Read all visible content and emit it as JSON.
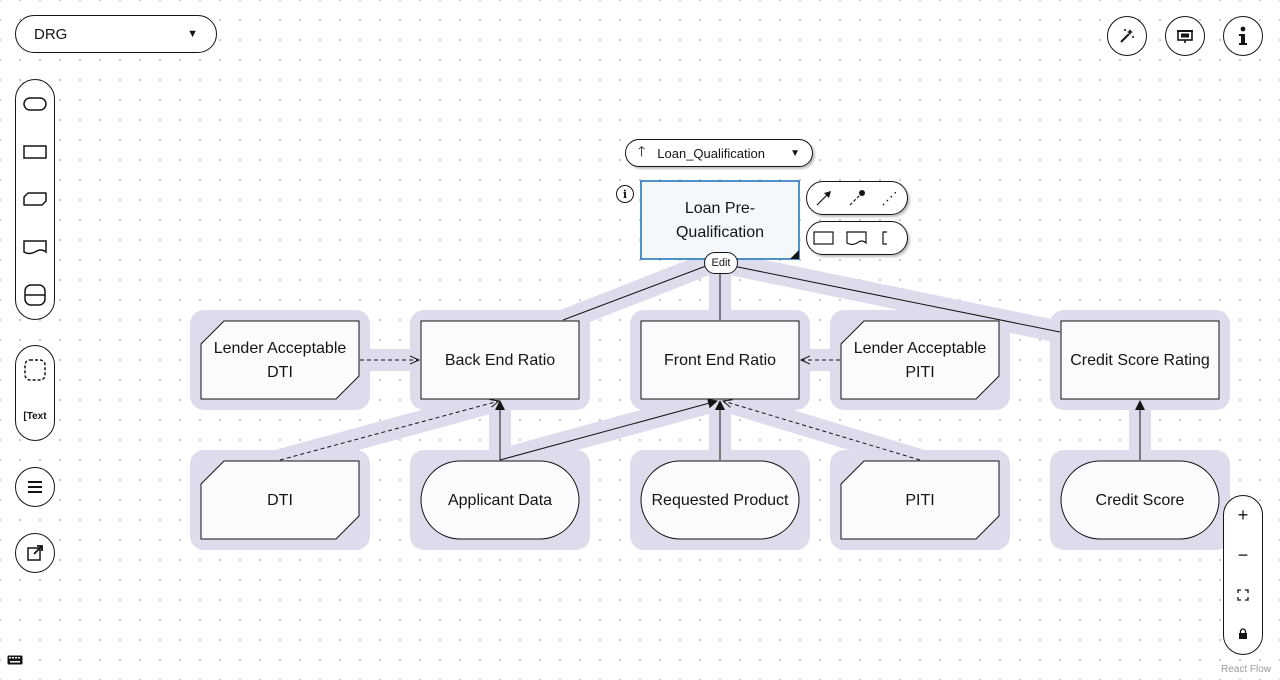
{
  "drg_selector": {
    "value": "DRG"
  },
  "toolbar_right": {
    "icons": [
      "magic-wand-icon",
      "presentation-icon",
      "info-icon"
    ]
  },
  "palette": {
    "items": [
      "input-data-icon",
      "decision-icon",
      "bkm-icon",
      "knowledge-source-icon",
      "decision-service-icon"
    ],
    "group2": [
      "group-icon",
      "text-annotation-icon"
    ],
    "text_label": "Text"
  },
  "breadcrumb": {
    "label": "Loan_Qualification"
  },
  "selected_node": {
    "label_line1": "Loan Pre-",
    "label_line2": "Qualification",
    "edit_label": "Edit"
  },
  "nodes": {
    "lender_dti": [
      "Lender Acceptable",
      "DTI"
    ],
    "back_end_ratio": "Back End Ratio",
    "front_end_ratio": "Front End Ratio",
    "lender_piti": [
      "Lender Acceptable",
      "PITI"
    ],
    "credit_score_rating": "Credit Score Rating",
    "dti": "DTI",
    "applicant_data": "Applicant Data",
    "requested_product": "Requested Product",
    "piti": "PITI",
    "credit_score": "Credit Score"
  },
  "zoom_controls": {
    "plus": "+",
    "minus": "−"
  },
  "attribution": "React Flow",
  "colors": {
    "selection_halo": "#dcdcec",
    "selected_fill": "#f2f8fc",
    "selected_border": "#1a6fb5",
    "node_fill": "#fbfbfd"
  }
}
